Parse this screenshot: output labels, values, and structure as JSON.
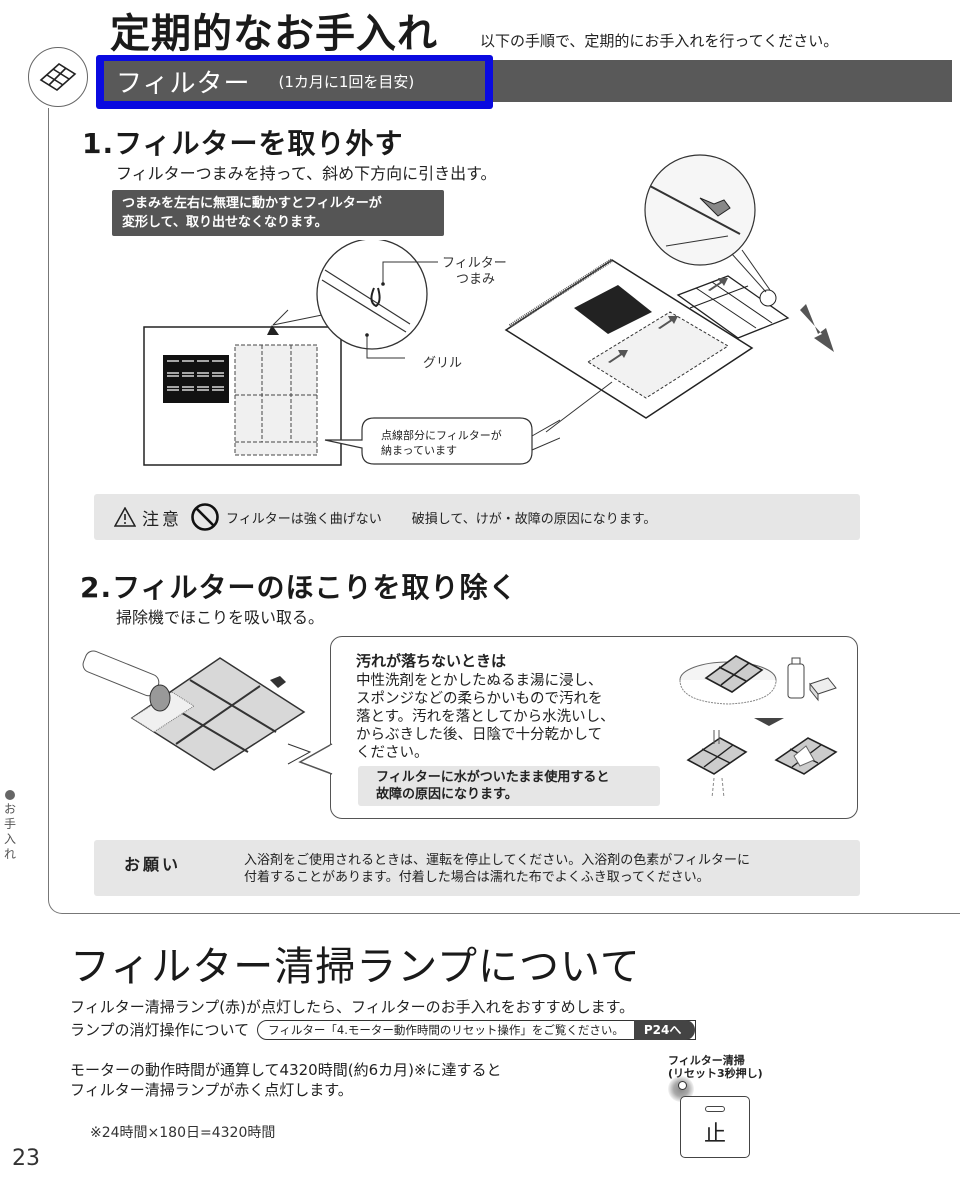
{
  "header": {
    "title": "定期的なお手入れ",
    "subtitle": "以下の手順で、定期的にお手入れを行ってください。",
    "section_label": "フィルター",
    "section_frequency": "(1カ月に1回を目安)",
    "highlight_color": "#0a0ae0",
    "bar_color": "#595959"
  },
  "step1": {
    "title": "1.フィルターを取り外す",
    "description": "フィルターつまみを持って、斜め下方向に引き出す。",
    "warning_note": [
      "つまみを左右に無理に動かすとフィルターが",
      "変形して、取り出せなくなります。"
    ],
    "diagram_labels": {
      "knob": [
        "フィルター",
        "つまみ"
      ],
      "grille": "グリル",
      "callout": [
        "点線部分にフィルターが",
        "納まっています"
      ]
    }
  },
  "caution": {
    "icon": "warning-triangle-icon",
    "title": "注意",
    "prohibit_icon": "prohibition-icon",
    "item": "フィルターは強く曲げない",
    "reason": "破損して、けが・故障の原因になります。"
  },
  "step2": {
    "title": "2.フィルターのほこりを取り除く",
    "description": "掃除機でほこりを吸い取る。",
    "bubble": {
      "title": "汚れが落ちないときは",
      "body": [
        "中性洗剤をとかしたぬるま湯に浸し、",
        "スポンジなどの柔らかいもので汚れを",
        "落とす。汚れを落としてから水洗いし、",
        "からぶきした後、日陰で十分乾かして",
        "ください。"
      ],
      "note": [
        "フィルターに水がついたまま使用すると",
        "故障の原因になります。"
      ]
    }
  },
  "request": {
    "title": "お願い",
    "body": [
      "入浴剤をご使用されるときは、運転を停止してください。入浴剤の色素がフィルターに",
      "付着することがあります。付着した場合は濡れた布でよくふき取ってください。"
    ]
  },
  "side_tab": {
    "chars": [
      "お",
      "手",
      "入",
      "れ"
    ]
  },
  "lamp_section": {
    "title": "フィルター清掃ランプについて",
    "line1": "フィルター清掃ランプ(赤)が点灯したら、フィルターのお手入れをおすすめします。",
    "line2_prefix": "ランプの消灯操作について",
    "ref_text": "フィルター「4.モーター動作時間のリセット操作」をご覧ください。",
    "ref_page": "P24へ",
    "motor_text": [
      "モーターの動作時間が通算して4320時間(約6カ月)※に達すると",
      "フィルター清掃ランプが赤く点灯します。"
    ],
    "footnote": "※24時間×180日=4320時間",
    "lamp_label": [
      "フィルター清掃",
      "(リセット3秒押し)"
    ],
    "stop_button": "止"
  },
  "page_number": "23"
}
